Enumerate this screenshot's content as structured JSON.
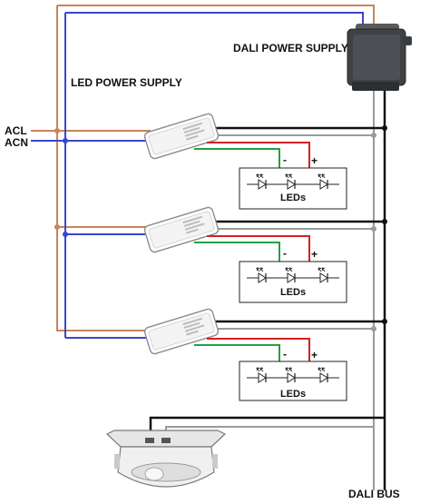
{
  "labels": {
    "dali_power_supply": "DALI POWER SUPPLY",
    "led_power_supply": "LED POWER SUPPLY",
    "acl": "ACL",
    "acn": "ACN",
    "dali_bus": "DALI BUS"
  },
  "channels": [
    {
      "leds_label": "LEDs",
      "minus": "-",
      "plus": "+"
    },
    {
      "leds_label": "LEDs",
      "minus": "-",
      "plus": "+"
    },
    {
      "leds_label": "LEDs",
      "minus": "-",
      "plus": "+"
    }
  ],
  "colors": {
    "live": "#c8845a",
    "neutral": "#3a46c8",
    "bus_black": "#111111",
    "bus_gray": "#9a9a9a",
    "led_plus": "#d42020",
    "led_minus": "#22a044"
  }
}
